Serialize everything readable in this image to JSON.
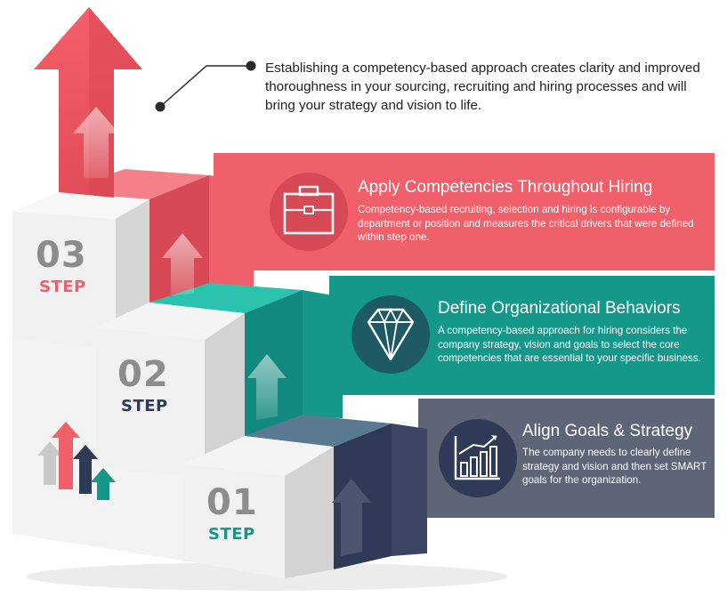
{
  "intro": {
    "text": "Establishing a competency-based approach creates clarity and improved thoroughness in your sourcing, recruiting and hiring processes and will bring your strategy and vision to life."
  },
  "steps": [
    {
      "number": "01",
      "word": "STEP",
      "title": "Align Goals & Strategy",
      "description": "The company needs to clearly define strategy and vision and then set SMART goals for the organization.",
      "icon": "bar-chart-growth-icon",
      "color": "#5e6577"
    },
    {
      "number": "02",
      "word": "STEP",
      "title": "Define Organizational Behaviors",
      "description": "A competency-based approach for hiring considers the company strategy, vision and goals to select the core competencies that are essential to your specific business.",
      "icon": "diamond-icon",
      "color": "#15978a"
    },
    {
      "number": "03",
      "word": "STEP",
      "title": "Apply Competencies Throughout Hiring",
      "description": "Competency-based recruiting, selection and hiring is configurable by department or position and measures the critical drivers that were defined within step one.",
      "icon": "briefcase-icon",
      "color": "#f0606a"
    }
  ],
  "colors": {
    "coral": "#f0606a",
    "teal": "#15978a",
    "slate": "#5e6577",
    "navy": "#2f3a56"
  }
}
